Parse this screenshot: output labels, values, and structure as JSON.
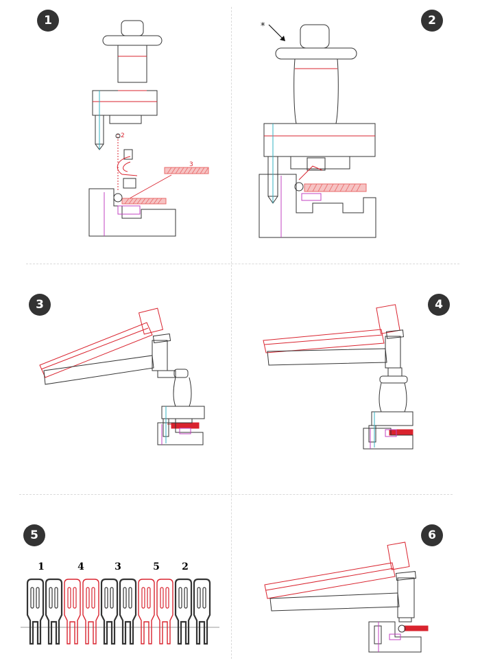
{
  "steps": [
    "1",
    "2",
    "3",
    "4",
    "5",
    "6"
  ],
  "annotations": {
    "step1_label_2": "2",
    "step1_label_3": "3",
    "step2_star": "*"
  },
  "order_labels": [
    "1",
    "4",
    "3",
    "5",
    "2"
  ],
  "colors": {
    "outline": "#333333",
    "highlight": "#d9232e",
    "accent_magenta": "#c040c0",
    "accent_cyan": "#30b0c0",
    "hatch": "#e86a6a",
    "badge": "#333333",
    "divider": "#d9d9d9"
  }
}
